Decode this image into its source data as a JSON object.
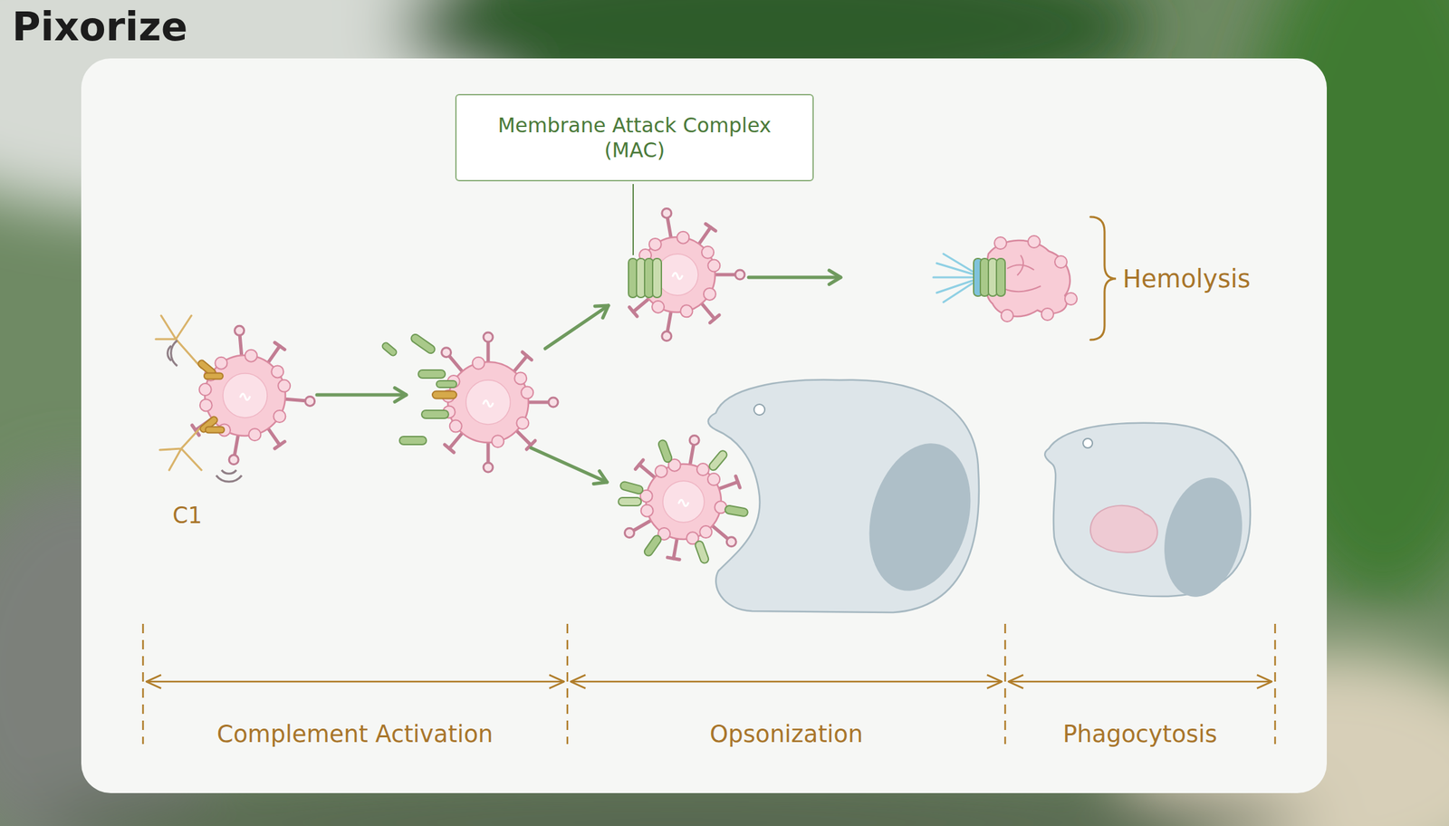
{
  "diagram": {
    "nodes": [
      {
        "text": [
          "Membrane Attack Complex (MAC)"
        ]
      }
    ],
    "labels": [
      "Pixorize",
      "C1",
      "Hemolysis",
      "Complement Activation",
      "Opsonization",
      "Phagocytosis"
    ]
  }
}
